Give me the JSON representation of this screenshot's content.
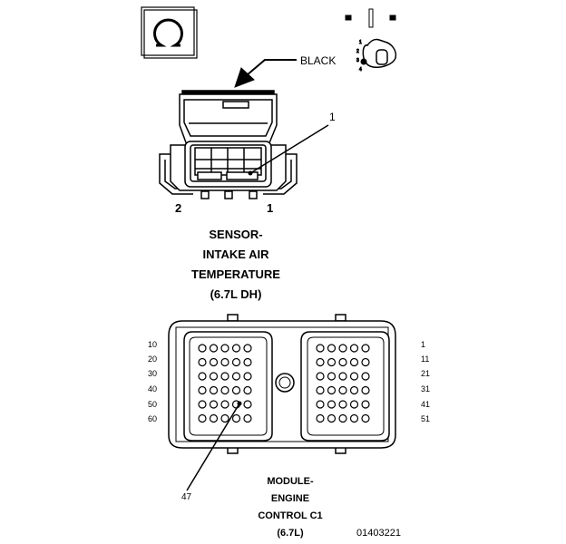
{
  "header": {
    "color_label": "BLACK"
  },
  "sensor": {
    "callout": "1",
    "pin_left": "2",
    "pin_right": "1",
    "title_lines": [
      "SENSOR-",
      "INTAKE AIR",
      "TEMPERATURE",
      "(6.7L DH)"
    ]
  },
  "ecm": {
    "left_row_labels": [
      "10",
      "20",
      "30",
      "40",
      "50",
      "60"
    ],
    "right_row_labels": [
      "1",
      "11",
      "21",
      "31",
      "41",
      "51"
    ],
    "callout": "47",
    "title_lines": [
      "MODULE-",
      "ENGINE",
      "CONTROL C1",
      "(6.7L)"
    ]
  },
  "figure_id": "01403221",
  "colors": {
    "ink": "#000000",
    "paper": "#ffffff"
  }
}
